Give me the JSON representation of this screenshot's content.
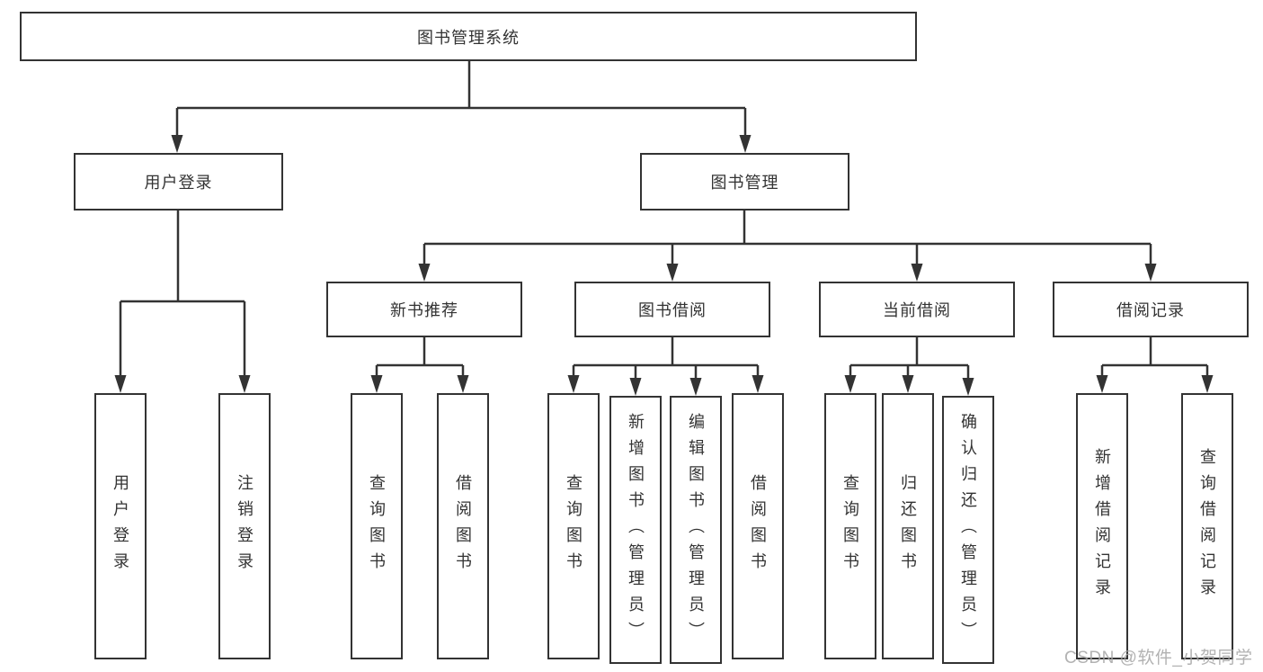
{
  "diagram": {
    "type": "tree",
    "title": "图书管理系统",
    "nodes": {
      "root": {
        "label": "图书管理系统"
      },
      "user_login": {
        "label": "用户登录"
      },
      "book_mgmt": {
        "label": "图书管理"
      },
      "login_action": {
        "label": "用户登录"
      },
      "logout_action": {
        "label": "注销登录"
      },
      "new_book_rec": {
        "label": "新书推荐"
      },
      "book_borrow": {
        "label": "图书借阅"
      },
      "current_borrow": {
        "label": "当前借阅"
      },
      "borrow_record": {
        "label": "借阅记录"
      },
      "nbr_query": {
        "label": "查询图书"
      },
      "nbr_borrow": {
        "label": "借阅图书"
      },
      "bb_query": {
        "label": "查询图书"
      },
      "bb_add": {
        "label": "新增图书（管理员）"
      },
      "bb_edit": {
        "label": "编辑图书（管理员）"
      },
      "bb_borrow": {
        "label": "借阅图书"
      },
      "cb_query": {
        "label": "查询图书"
      },
      "cb_return": {
        "label": "归还图书"
      },
      "cb_confirm": {
        "label": "确认归还（管理员）"
      },
      "br_add": {
        "label": "新增借阅记录"
      },
      "br_query": {
        "label": "查询借阅记录"
      }
    },
    "hierarchy": {
      "图书管理系统": {
        "用户登录": [
          "用户登录",
          "注销登录"
        ],
        "图书管理": {
          "新书推荐": [
            "查询图书",
            "借阅图书"
          ],
          "图书借阅": [
            "查询图书",
            "新增图书（管理员）",
            "编辑图书（管理员）",
            "借阅图书"
          ],
          "当前借阅": [
            "查询图书",
            "归还图书",
            "确认归还（管理员）"
          ],
          "借阅记录": [
            "新增借阅记录",
            "查询借阅记录"
          ]
        }
      }
    },
    "colors": {
      "line": "#333333",
      "box_border": "#333333",
      "text": "#333333",
      "background": "#ffffff",
      "watermark": "#a4a4a4"
    }
  },
  "watermark": {
    "text": "CSDN @软件_小贺同学"
  }
}
